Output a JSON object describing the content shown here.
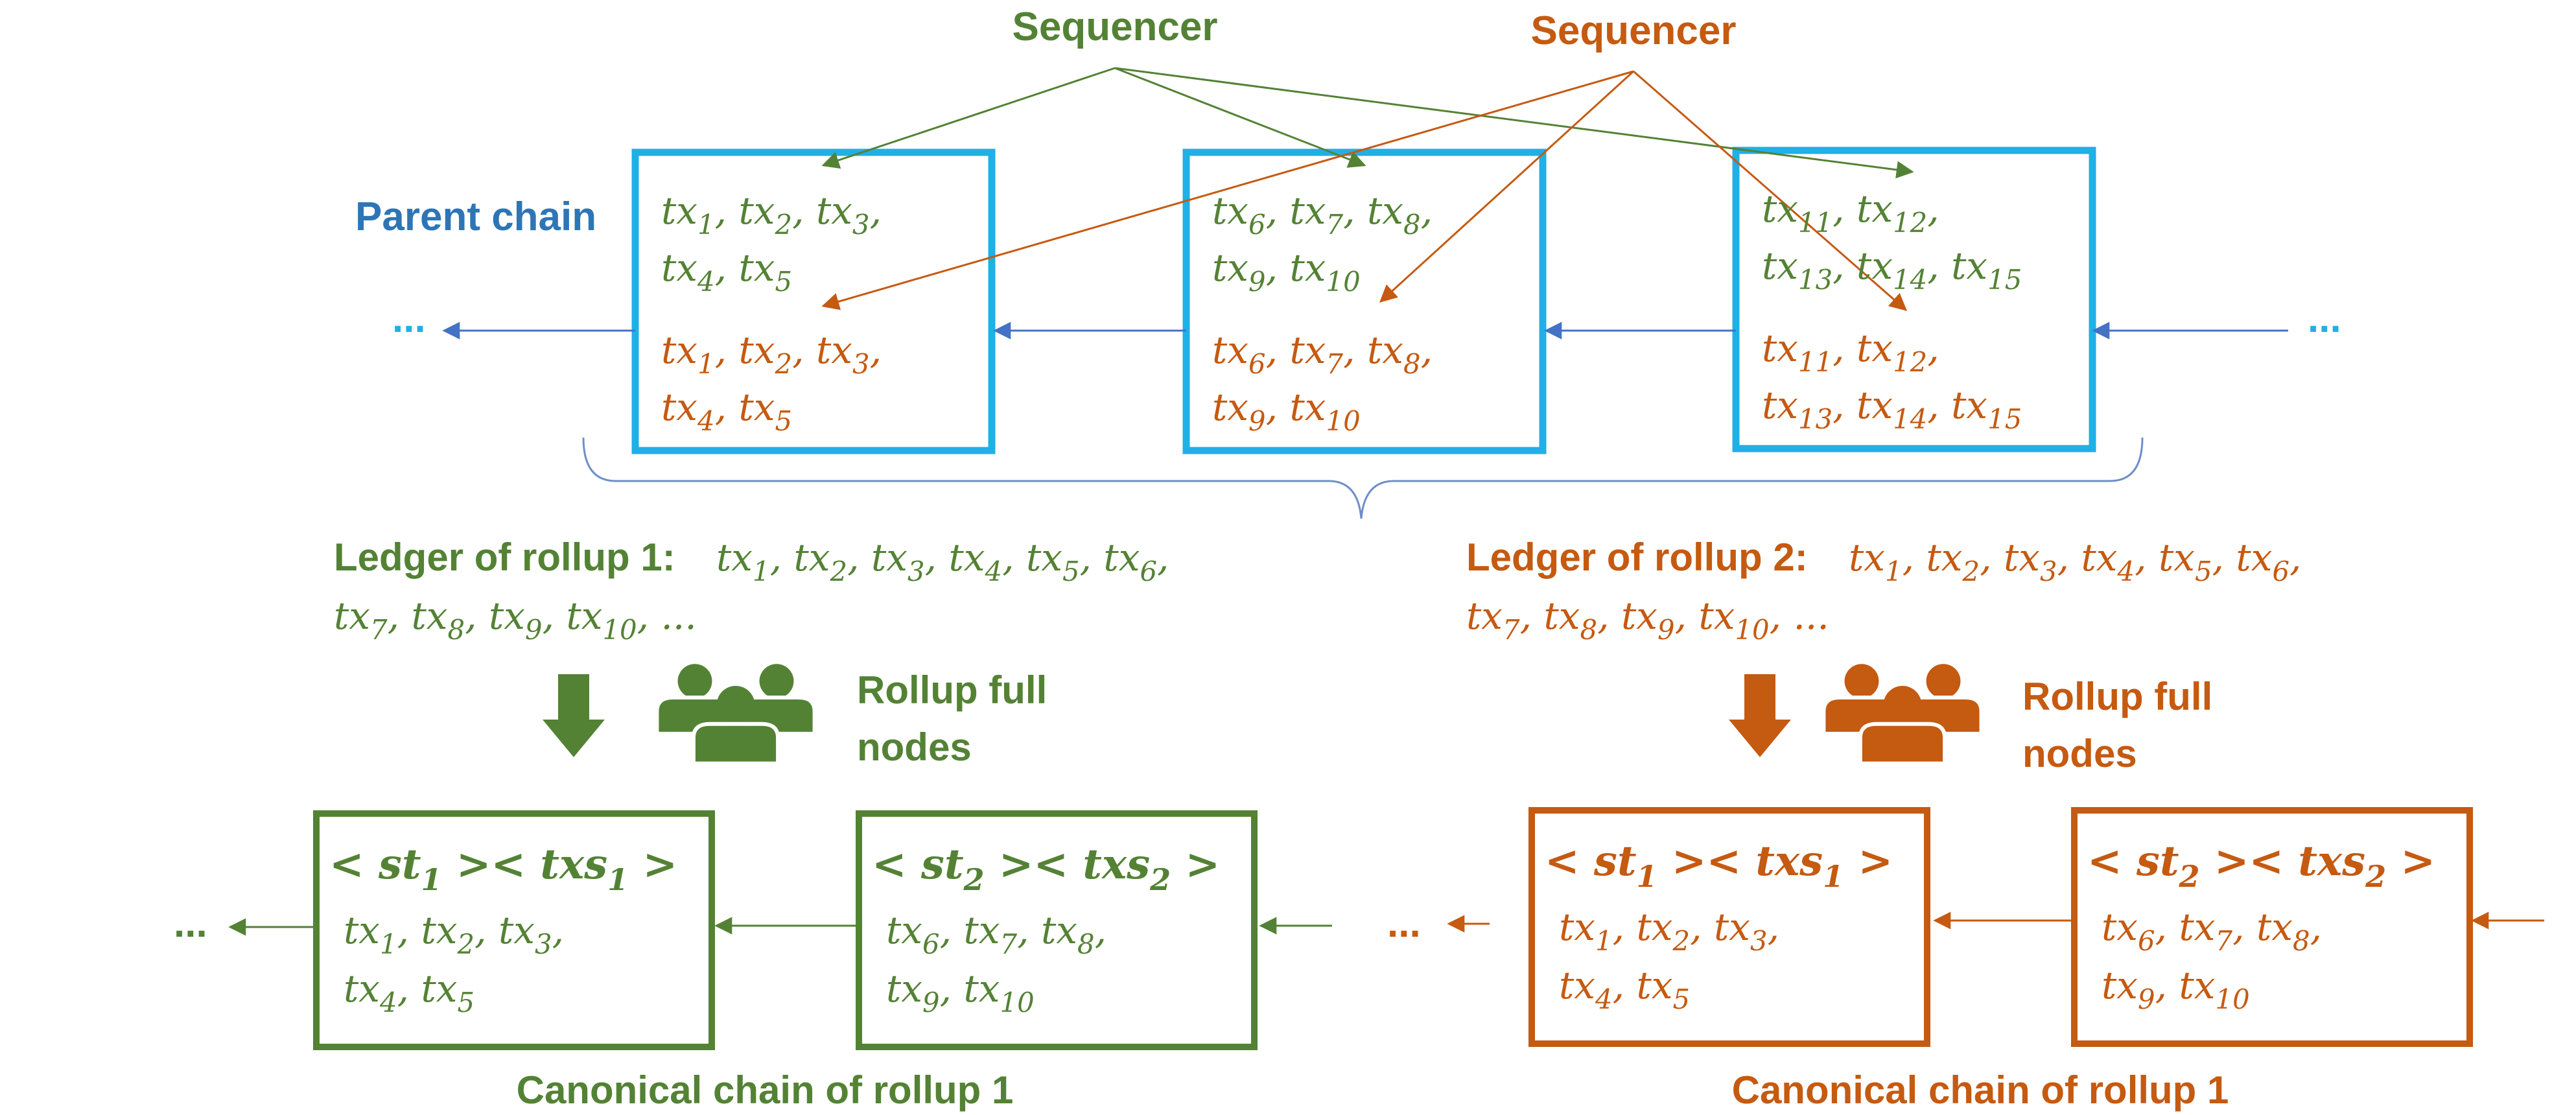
{
  "colors": {
    "rollup1": "#548235",
    "rollup2": "#C55A11",
    "parent_label": "#2E75B6",
    "block_border": "#1FB0E6",
    "chain_arrow": "#4472C4",
    "brace": "#6F8FC8"
  },
  "icons": [
    "person-group-icon",
    "down-arrow-icon"
  ],
  "sequencers": {
    "rollup1": "Sequencer",
    "rollup2": "Sequencer"
  },
  "parent_chain": {
    "label": "Parent chain",
    "ellipsis": "...",
    "blocks": [
      {
        "rollup1_lines": [
          [
            "tx|1",
            ", ",
            "tx|2",
            ", ",
            "tx|3",
            ","
          ],
          [
            "tx|4",
            ", ",
            "tx|5"
          ]
        ],
        "rollup2_lines": [
          [
            "tx|1",
            ", ",
            "tx|2",
            ", ",
            "tx|3",
            ","
          ],
          [
            "tx|4",
            ", ",
            "tx|5"
          ]
        ]
      },
      {
        "rollup1_lines": [
          [
            "tx|6",
            ", ",
            "tx|7",
            ", ",
            "tx|8",
            ","
          ],
          [
            "tx|9",
            ", ",
            "tx|10"
          ]
        ],
        "rollup2_lines": [
          [
            "tx|6",
            ", ",
            "tx|7",
            ", ",
            "tx|8",
            ","
          ],
          [
            "tx|9",
            ", ",
            "tx|10"
          ]
        ]
      },
      {
        "rollup1_lines": [
          [
            "tx|11",
            ", ",
            "tx|12",
            ","
          ],
          [
            "tx|13",
            ", ",
            "tx|14",
            ", ",
            "tx|15"
          ]
        ],
        "rollup2_lines": [
          [
            "tx|11",
            ", ",
            "tx|12",
            ","
          ],
          [
            "tx|13",
            ", ",
            "tx|14",
            ", ",
            "tx|15"
          ]
        ]
      }
    ]
  },
  "rollups": [
    {
      "ledger_label": "Ledger of rollup 1:",
      "ledger_lines": [
        [
          "tx|1",
          ", ",
          "tx|2",
          ", ",
          "tx|3",
          ", ",
          "tx|4",
          ", ",
          "tx|5",
          ", ",
          "tx|6",
          ","
        ],
        [
          "tx|7",
          ", ",
          "tx|8",
          ", ",
          "tx|9",
          ", ",
          "tx|10",
          ", ..."
        ]
      ],
      "full_nodes_label": [
        "Rollup full",
        "nodes"
      ],
      "ellipsis": "...",
      "chain_label": "Canonical chain of rollup 1",
      "blocks": [
        {
          "header": [
            "< ",
            "st|1",
            " >< ",
            "txs|1",
            " >"
          ],
          "lines": [
            [
              "tx|1",
              ", ",
              "tx|2",
              ", ",
              "tx|3",
              ","
            ],
            [
              "tx|4",
              ", ",
              "tx|5"
            ]
          ]
        },
        {
          "header": [
            "< ",
            "st|2",
            " >< ",
            "txs|2",
            " >"
          ],
          "lines": [
            [
              "tx|6",
              ", ",
              "tx|7",
              ", ",
              "tx|8",
              ","
            ],
            [
              "tx|9",
              ", ",
              "tx|10"
            ]
          ]
        }
      ]
    },
    {
      "ledger_label": "Ledger of rollup 2:",
      "ledger_lines": [
        [
          "tx|1",
          ", ",
          "tx|2",
          ", ",
          "tx|3",
          ", ",
          "tx|4",
          ", ",
          "tx|5",
          ", ",
          "tx|6",
          ","
        ],
        [
          "tx|7",
          ", ",
          "tx|8",
          ", ",
          "tx|9",
          ", ",
          "tx|10",
          ", ..."
        ]
      ],
      "full_nodes_label": [
        "Rollup full",
        "nodes"
      ],
      "ellipsis": "...",
      "chain_label": "Canonical chain of rollup 1",
      "blocks": [
        {
          "header": [
            "< ",
            "st|1",
            " >< ",
            "txs|1",
            " >"
          ],
          "lines": [
            [
              "tx|1",
              ", ",
              "tx|2",
              ", ",
              "tx|3",
              ","
            ],
            [
              "tx|4",
              ", ",
              "tx|5"
            ]
          ]
        },
        {
          "header": [
            "< ",
            "st|2",
            " >< ",
            "txs|2",
            " >"
          ],
          "lines": [
            [
              "tx|6",
              ", ",
              "tx|7",
              ", ",
              "tx|8",
              ","
            ],
            [
              "tx|9",
              ", ",
              "tx|10"
            ]
          ]
        }
      ]
    }
  ]
}
